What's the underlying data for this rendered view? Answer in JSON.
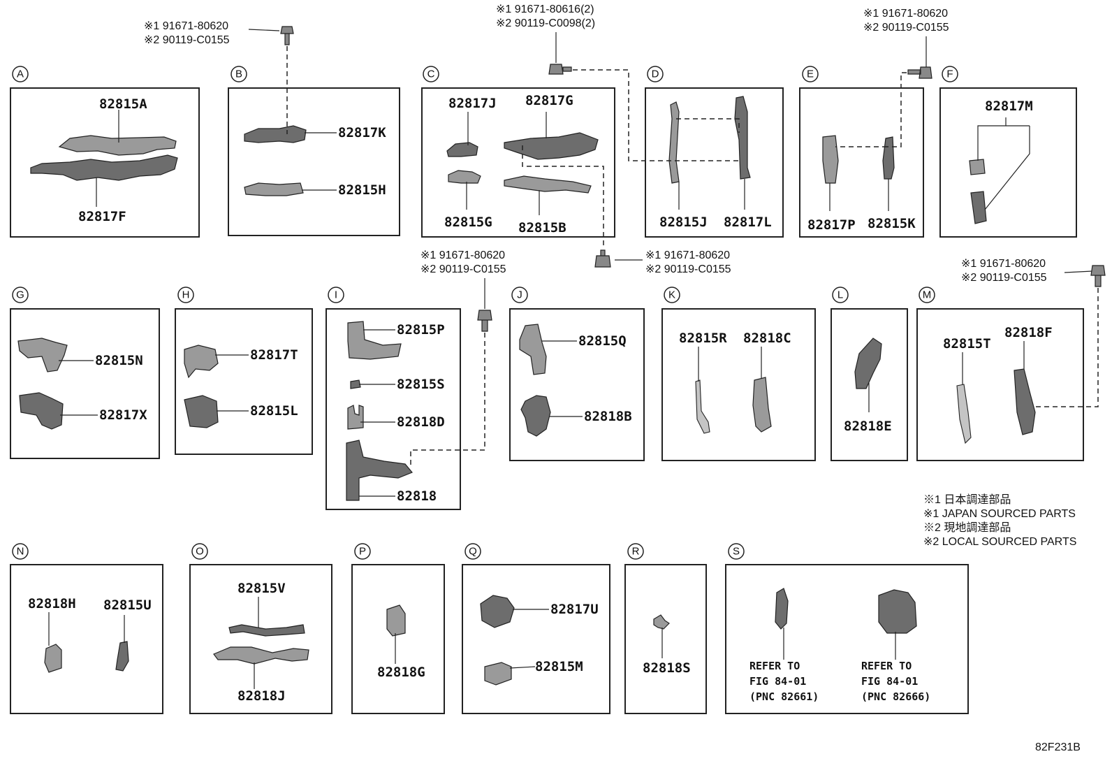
{
  "title_code": "82F231B",
  "notes": [
    "※1 日本調達部品",
    "※1 JAPAN SOURCED PARTS",
    "※2 現地調達部品",
    "※2 LOCAL SOURCED PARTS"
  ],
  "bolts": [
    {
      "line1": "※1 91671-80620",
      "line2": "※2 90119-C0155"
    },
    {
      "line1": "※1 91671-80616(2)",
      "line2": "※2 90119-C0098(2)"
    },
    {
      "line1": "※1 91671-80620",
      "line2": "※2 90119-C0155"
    },
    {
      "line1": "※1 91671-80620",
      "line2": "※2 90119-C0155"
    },
    {
      "line1": "※1 91671-80620",
      "line2": "※2 90119-C0155"
    },
    {
      "line1": "※1 91671-80620",
      "line2": "※2 90119-C0155"
    }
  ],
  "panels": [
    {
      "letter": "A",
      "parts": [
        "82815A",
        "82817F"
      ]
    },
    {
      "letter": "B",
      "parts": [
        "82817K",
        "82815H"
      ]
    },
    {
      "letter": "C",
      "parts": [
        "82817J",
        "82817G",
        "82815G",
        "82815B"
      ]
    },
    {
      "letter": "D",
      "parts": [
        "82815J",
        "82817L"
      ]
    },
    {
      "letter": "E",
      "parts": [
        "82817P",
        "82815K"
      ]
    },
    {
      "letter": "F",
      "parts": [
        "82817M"
      ]
    },
    {
      "letter": "G",
      "parts": [
        "82815N",
        "82817X"
      ]
    },
    {
      "letter": "H",
      "parts": [
        "82817T",
        "82815L"
      ]
    },
    {
      "letter": "I",
      "parts": [
        "82815P",
        "82815S",
        "82818D",
        "82818"
      ]
    },
    {
      "letter": "J",
      "parts": [
        "82815Q",
        "82818B"
      ]
    },
    {
      "letter": "K",
      "parts": [
        "82815R",
        "82818C"
      ]
    },
    {
      "letter": "L",
      "parts": [
        "82818E"
      ]
    },
    {
      "letter": "M",
      "parts": [
        "82815T",
        "82818F"
      ]
    },
    {
      "letter": "N",
      "parts": [
        "82818H",
        "82815U"
      ]
    },
    {
      "letter": "O",
      "parts": [
        "82815V",
        "82818J"
      ]
    },
    {
      "letter": "P",
      "parts": [
        "82818G"
      ]
    },
    {
      "letter": "Q",
      "parts": [
        "82817U",
        "82815M"
      ]
    },
    {
      "letter": "R",
      "parts": [
        "82818S"
      ]
    },
    {
      "letter": "S",
      "parts": []
    }
  ],
  "refs": [
    {
      "l1": "REFER TO",
      "l2": "FIG 84-01",
      "l3": "(PNC 82661)"
    },
    {
      "l1": "REFER TO",
      "l2": "FIG 84-01",
      "l3": "(PNC 82666)"
    }
  ]
}
